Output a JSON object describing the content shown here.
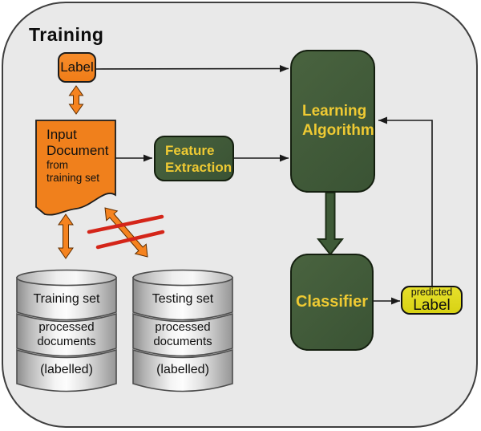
{
  "title": "Training",
  "nodes": {
    "label": "Label",
    "input_document": {
      "line1": "Input",
      "line2": "Document",
      "line3": "from",
      "line4": "training set"
    },
    "feature_extraction": {
      "line1": "Feature",
      "line2": "Extraction"
    },
    "learning_algorithm": {
      "line1": "Learning",
      "line2": "Algorithm"
    },
    "classifier": "Classifier",
    "predicted_label": {
      "line1": "predicted",
      "line2": "Label"
    }
  },
  "datastores": {
    "training": {
      "name": "Training set",
      "line1": "processed",
      "line2": "documents",
      "line3": "(labelled)"
    },
    "testing": {
      "name": "Testing set",
      "line1": "processed",
      "line2": "documents",
      "line3": "(labelled)"
    }
  },
  "colors": {
    "panel_background": "#e9e9e9",
    "orange": "#f07d18",
    "dark_green": "#3d5837",
    "yellow_text": "#efca33",
    "predicted_yellow": "#dcd61c",
    "red_cross": "#d42519",
    "connector_black": "#1a1a1a",
    "cylinder_gray": "#9a9a9a"
  }
}
